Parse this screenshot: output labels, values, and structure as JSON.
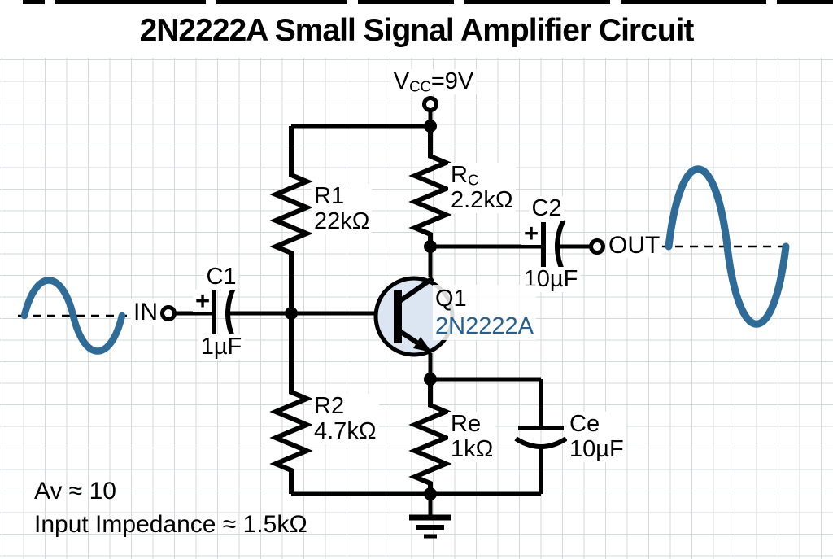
{
  "title": "2N2222A Small Signal Amplifier Circuit",
  "power_rail": {
    "prefix": "V",
    "subscript": "CC",
    "suffix": "=9V"
  },
  "io": {
    "in_label": "IN",
    "out_label": "OUT"
  },
  "components": {
    "r1": {
      "name": "R1",
      "value": "22kΩ"
    },
    "rc": {
      "name_prefix": "R",
      "name_subscript": "C",
      "value": "2.2kΩ"
    },
    "r2": {
      "name": "R2",
      "value": "4.7kΩ"
    },
    "re": {
      "name": "Re",
      "value": "1kΩ"
    },
    "c1": {
      "name": "C1",
      "value": "1µF",
      "polarity_mark": "+"
    },
    "c2": {
      "name": "C2",
      "value": "10µF",
      "polarity_mark": "+"
    },
    "ce": {
      "name": "Ce",
      "value": "10µF"
    },
    "q1": {
      "designator": "Q1",
      "part_number": "2N2222A"
    }
  },
  "notes": {
    "gain": "Av ≈ 10",
    "input_impedance": "Input Impedance ≈ 1.5kΩ"
  },
  "colors": {
    "wire": "#000000",
    "signal_blue": "#2e6b96",
    "transistor_fill": "#dce6f2",
    "part_label_blue": "#27608e",
    "grid": "#d3d8da"
  }
}
